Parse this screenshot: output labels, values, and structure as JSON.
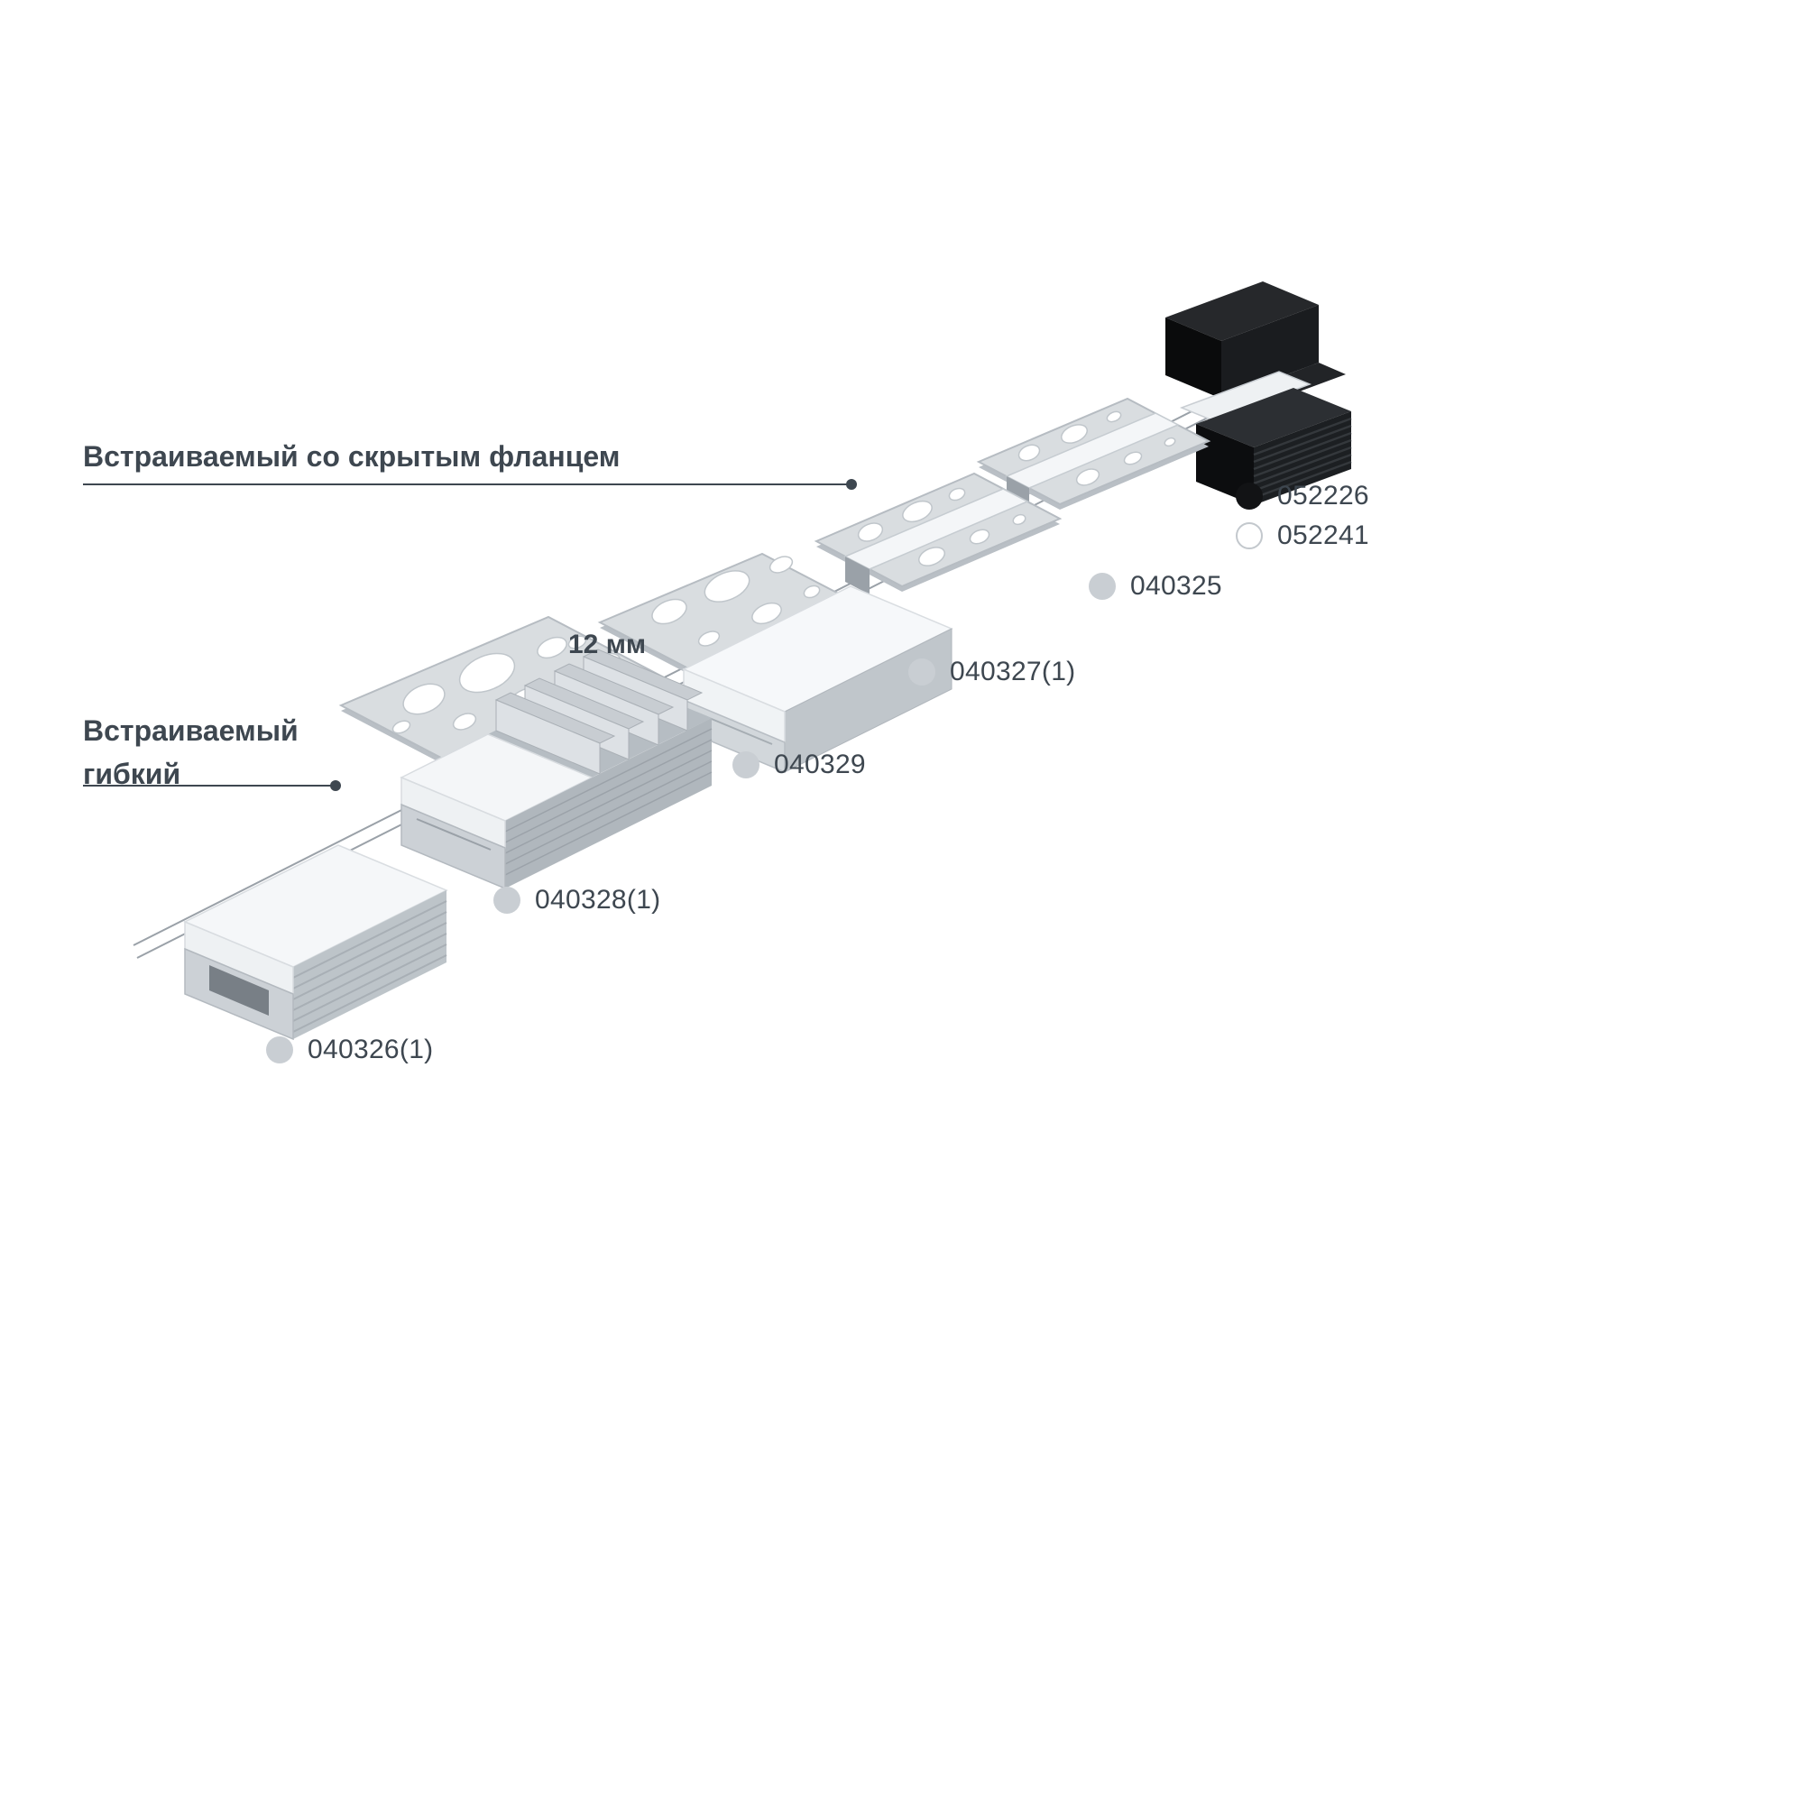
{
  "labels": {
    "hidden_flange": "Встраиваемый со скрытым фланцем",
    "flexible_line1": "Встраиваемый",
    "flexible_line2": "гибкий"
  },
  "dimension": {
    "text": "12 мм"
  },
  "products": [
    {
      "code": "052226",
      "dot": "black"
    },
    {
      "code": "052241",
      "dot": "white"
    },
    {
      "code": "040325",
      "dot": "gray"
    },
    {
      "code": "040327(1)",
      "dot": "gray"
    },
    {
      "code": "040329",
      "dot": "gray"
    },
    {
      "code": "040328(1)",
      "dot": "gray"
    },
    {
      "code": "040326(1)",
      "dot": "gray"
    }
  ],
  "colors": {
    "text": "#3e4750",
    "dot_gray": "#c9ced3",
    "dot_black": "#121315",
    "dot_white": "#ffffff",
    "aluminum": "#c9ced3",
    "diffuser_white": "#f5f7f9",
    "profile_black": "#121315"
  }
}
